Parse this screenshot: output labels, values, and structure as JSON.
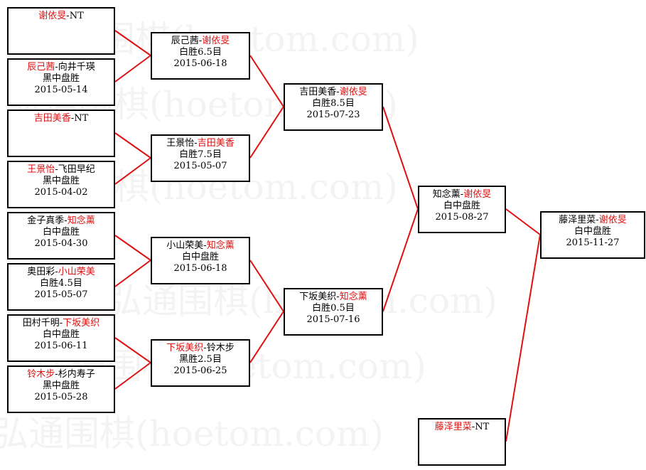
{
  "watermark": "弘通围棋(hoetom.com)",
  "bracket": {
    "r1": [
      {
        "p1": "谢依旻",
        "sep": "-",
        "p2": "NT",
        "winner": 1,
        "result": "",
        "date": ""
      },
      {
        "p1": "辰己茜",
        "sep": "-",
        "p2": "向井千瑛",
        "winner": 1,
        "result": "黑中盘胜",
        "date": "2015-05-14"
      },
      {
        "p1": "吉田美香",
        "sep": "-",
        "p2": "NT",
        "winner": 1,
        "result": "",
        "date": ""
      },
      {
        "p1": "王景怡",
        "sep": "-",
        "p2": "飞田早纪",
        "winner": 1,
        "result": "黑中盘胜",
        "date": "2015-04-02"
      },
      {
        "p1": "金子真季",
        "sep": "-",
        "p2": "知念薰",
        "winner": 2,
        "result": "白中盘胜",
        "date": "2015-04-30"
      },
      {
        "p1": "奥田彩",
        "sep": "-",
        "p2": "小山荣美",
        "winner": 2,
        "result": "白胜4.5目",
        "date": "2015-05-07"
      },
      {
        "p1": "田村千明",
        "sep": "-",
        "p2": "下坂美织",
        "winner": 2,
        "result": "白中盘胜",
        "date": "2015-06-11"
      },
      {
        "p1": "铃木步",
        "sep": "-",
        "p2": "杉内寿子",
        "winner": 1,
        "result": "黑中盘胜",
        "date": "2015-05-28"
      }
    ],
    "r2": [
      {
        "p1": "辰己茜",
        "sep": "-",
        "p2": "谢依旻",
        "winner": 2,
        "result": "白胜6.5目",
        "date": "2015-06-18"
      },
      {
        "p1": "王景怡",
        "sep": "-",
        "p2": "吉田美香",
        "winner": 2,
        "result": "白胜7.5目",
        "date": "2015-05-07"
      },
      {
        "p1": "小山荣美",
        "sep": "-",
        "p2": "知念薰",
        "winner": 2,
        "result": "白中盘胜",
        "date": "2015-06-18"
      },
      {
        "p1": "下坂美织",
        "sep": "-",
        "p2": "铃木步",
        "winner": 1,
        "result": "黑胜2.5目",
        "date": "2015-06-25"
      }
    ],
    "r3": [
      {
        "p1": "吉田美香",
        "sep": "-",
        "p2": "谢依旻",
        "winner": 2,
        "result": "白胜8.5目",
        "date": "2015-07-23"
      },
      {
        "p1": "下坂美织",
        "sep": "-",
        "p2": "知念薰",
        "winner": 2,
        "result": "白胜0.5目",
        "date": "2015-07-16"
      }
    ],
    "r4": [
      {
        "p1": "知念薰",
        "sep": "-",
        "p2": "谢依旻",
        "winner": 2,
        "result": "白中盘胜",
        "date": "2015-08-27"
      }
    ],
    "final": {
      "p1": "藤泽里菜",
      "sep": "-",
      "p2": "谢依旻",
      "winner": 2,
      "result": "白中盘胜",
      "date": "2015-11-27"
    },
    "seed": {
      "p1": "藤泽里菜",
      "sep": "-",
      "p2": "NT",
      "winner": 1,
      "result": "",
      "date": ""
    }
  },
  "colors": {
    "winner": "#e01010",
    "connector": "#e01010",
    "border": "#000000"
  }
}
